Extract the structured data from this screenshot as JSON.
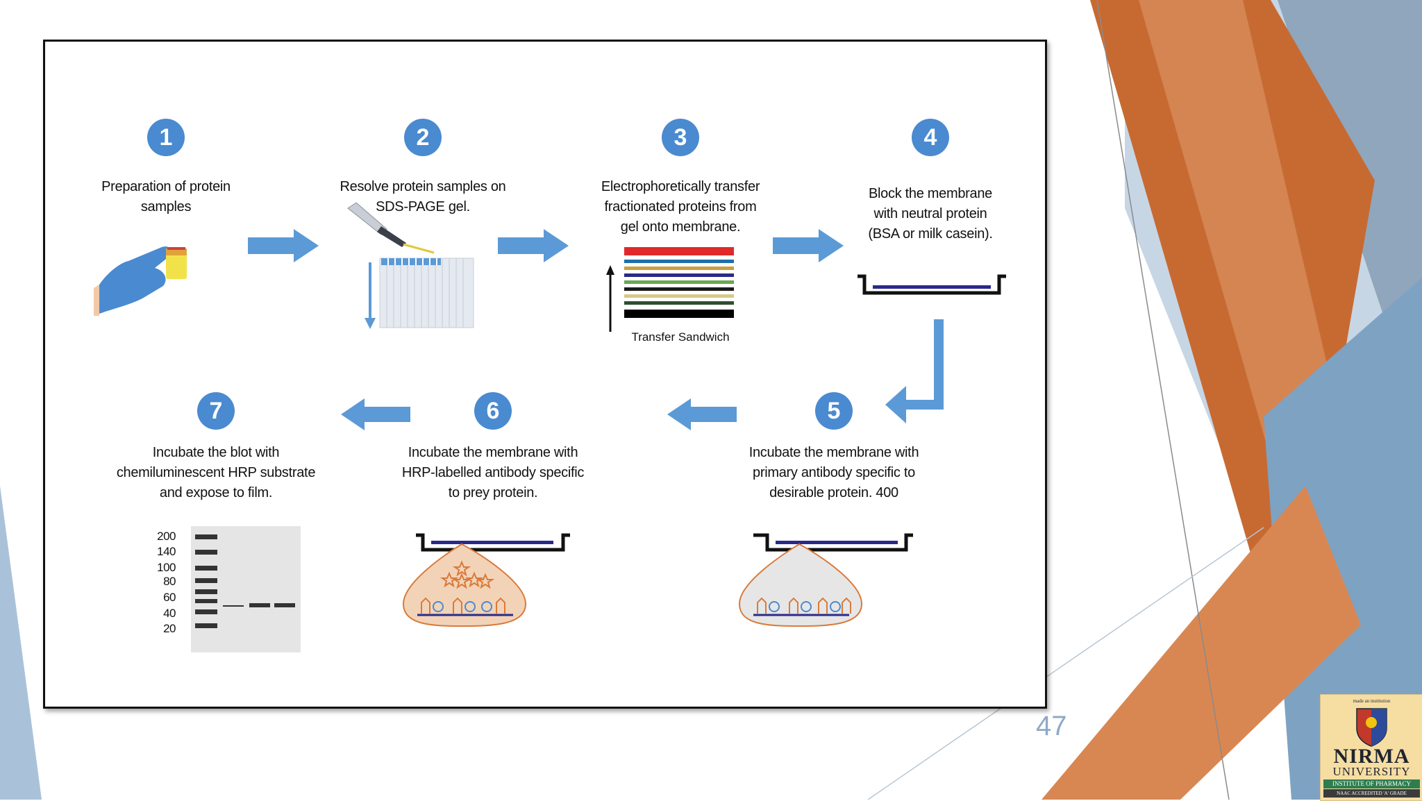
{
  "slide": {
    "page_number": "47"
  },
  "logo": {
    "tagline": "made an institution",
    "name": "NIRMA",
    "subname": "UNIVERSITY",
    "strip_primary": "INSTITUTE OF PHARMACY",
    "strip_secondary": "NAAC ACCREDITED 'A' GRADE"
  },
  "colors": {
    "step_circle": "#4a8ad0",
    "arrow": "#5b9ad6",
    "slide_orange": "#c76a32",
    "slide_blue": "#a9c2d9",
    "membrane": "#2a2a8a",
    "tissue_fill": "#f2d3b8",
    "tissue_border": "#d97a3a"
  },
  "steps": [
    {
      "number": "1",
      "text": [
        "Preparation of protein",
        "samples"
      ]
    },
    {
      "number": "2",
      "text": [
        "Resolve protein samples on",
        "SDS-PAGE gel."
      ]
    },
    {
      "number": "3",
      "text": [
        "Electrophoretically transfer",
        "fractionated proteins from",
        "gel onto membrane."
      ],
      "label": "Transfer Sandwich"
    },
    {
      "number": "4",
      "text": [
        "Block the membrane",
        "with neutral protein",
        "(BSA or milk casein)."
      ]
    },
    {
      "number": "5",
      "text": [
        "Incubate the membrane with",
        "primary antibody specific to",
        "desirable protein. 400"
      ]
    },
    {
      "number": "6",
      "text": [
        "Incubate the membrane with",
        "HRP-labelled antibody specific",
        "to prey protein."
      ]
    },
    {
      "number": "7",
      "text": [
        "Incubate the blot with",
        "chemiluminescent HRP substrate",
        "and expose to film."
      ]
    }
  ],
  "blot": {
    "markers": [
      "200",
      "140",
      "100",
      "80",
      "60",
      "40",
      "20"
    ]
  },
  "transfer_sandwich": {
    "layer_colors": [
      "#e02a2a",
      "#1f6fa8",
      "#c9a13a",
      "#2a2a8a",
      "#6aa84f",
      "#1a1a1a",
      "#d8c98a",
      "#2f4f2f",
      "#000000"
    ]
  }
}
